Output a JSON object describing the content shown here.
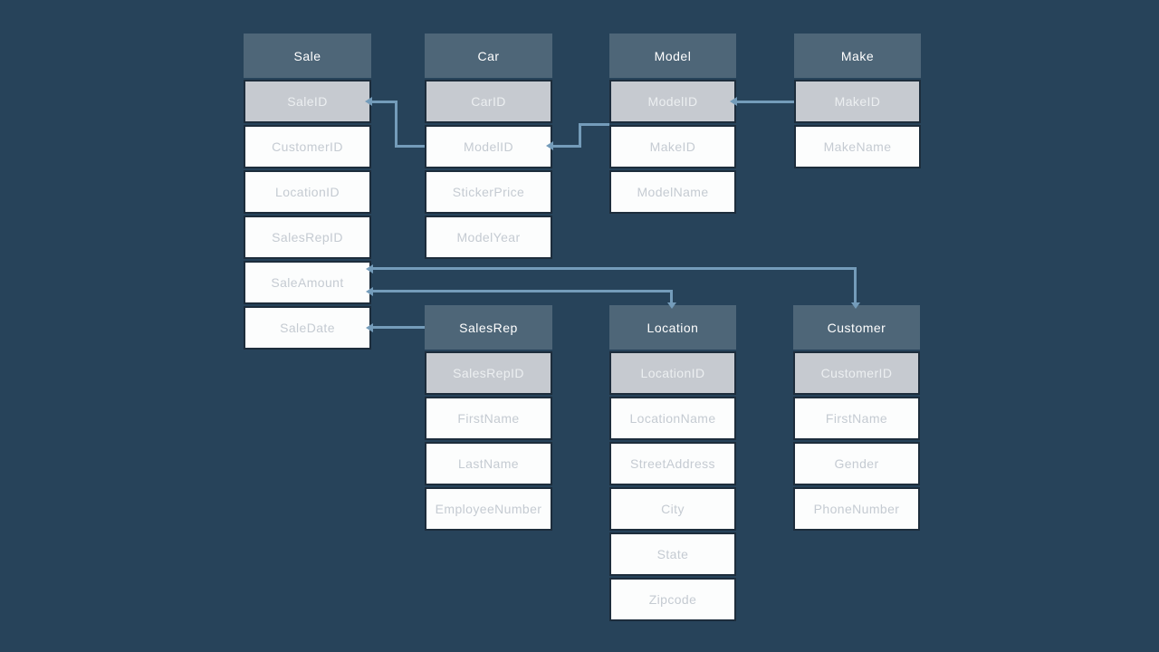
{
  "diagram": {
    "colors": {
      "background": "#27435a",
      "table_header": "#4e6678",
      "primary_key_row": "#c6cad0",
      "field_row": "#fcfdfd",
      "row_border": "#1d2d3c",
      "connector": "#749cba"
    },
    "tables": [
      {
        "id": "sale",
        "name": "Sale",
        "primary_key": "SaleID",
        "fields": [
          "CustomerID",
          "LocationID",
          "SalesRepID",
          "SaleAmount",
          "SaleDate"
        ]
      },
      {
        "id": "car",
        "name": "Car",
        "primary_key": "CarID",
        "fields": [
          "ModelID",
          "StickerPrice",
          "ModelYear"
        ]
      },
      {
        "id": "model",
        "name": "Model",
        "primary_key": "ModelID",
        "fields": [
          "MakeID",
          "ModelName"
        ]
      },
      {
        "id": "make",
        "name": "Make",
        "primary_key": "MakeID",
        "fields": [
          "MakeName"
        ]
      },
      {
        "id": "salesrep",
        "name": "SalesRep",
        "primary_key": "SalesRepID",
        "fields": [
          "FirstName",
          "LastName",
          "EmployeeNumber"
        ]
      },
      {
        "id": "location",
        "name": "Location",
        "primary_key": "LocationID",
        "fields": [
          "LocationName",
          "StreetAddress",
          "City",
          "State",
          "Zipcode"
        ]
      },
      {
        "id": "customer",
        "name": "Customer",
        "primary_key": "CustomerID",
        "fields": [
          "FirstName",
          "Gender",
          "PhoneNumber"
        ]
      }
    ],
    "relationships": [
      {
        "from": "Sale.SaleID",
        "to": "Car.ModelID"
      },
      {
        "from": "Car.ModelID",
        "to": "Model.ModelID"
      },
      {
        "from": "Model.ModelID",
        "to": "Make.MakeID"
      },
      {
        "from": "Sale",
        "to": "Customer"
      },
      {
        "from": "Sale",
        "to": "Location"
      },
      {
        "from": "Sale.SaleDate",
        "to": "SalesRep"
      }
    ]
  }
}
